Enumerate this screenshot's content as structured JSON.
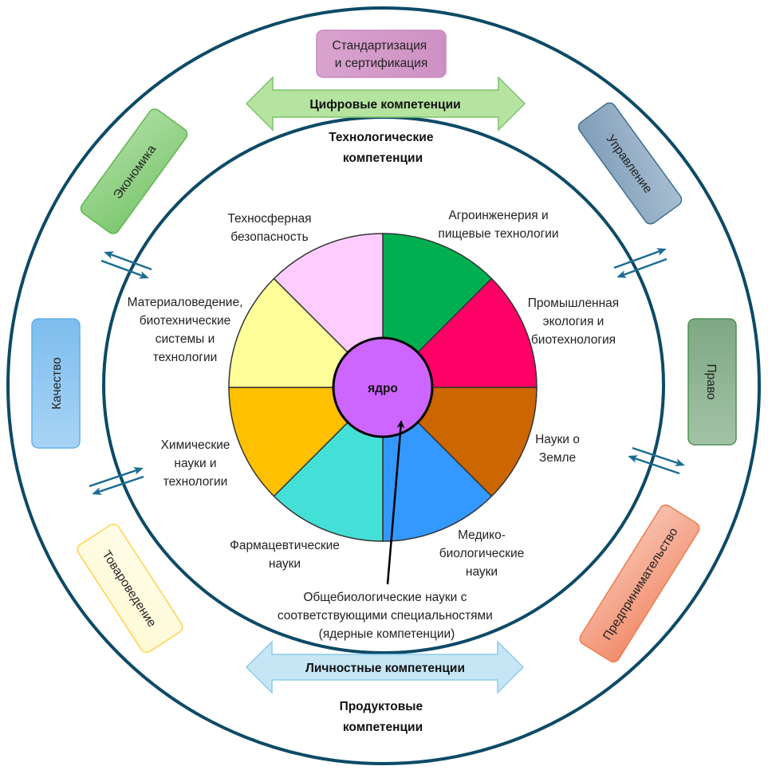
{
  "title_top": {
    "line1": "Технологические",
    "line2": "компетенции"
  },
  "title_bottom": {
    "line1": "Продуктовые",
    "line2": "компетенции"
  },
  "arrows": {
    "top": {
      "label": "Цифровые компетенции",
      "fill": "#b5e3a0",
      "stroke": "#7dc46a"
    },
    "bottom": {
      "label": "Личностные компетенции",
      "fill": "#c6e6f6",
      "stroke": "#8ccbea"
    }
  },
  "core": {
    "label": "ядро",
    "color": "#cc66ff"
  },
  "core_annotation": {
    "line1": "Общебиологические науки с",
    "line2": "соответствующими специальностями",
    "line3": "(ядерные компетенции)"
  },
  "sectors": [
    {
      "name": "agro",
      "color": "#00b050",
      "lines": [
        "Агроинженерия и",
        "пищевые технологии"
      ]
    },
    {
      "name": "industrial-ecology",
      "color": "#ff0066",
      "lines": [
        "Промышленная",
        "экология и",
        "биотехнология"
      ]
    },
    {
      "name": "earth-sciences",
      "color": "#cc6600",
      "lines": [
        "Науки о",
        "Земле"
      ]
    },
    {
      "name": "medical-biology",
      "color": "#3399ff",
      "lines": [
        "Медико-",
        "биологические",
        "науки"
      ]
    },
    {
      "name": "pharmaceutical",
      "color": "#44e0d8",
      "lines": [
        "Фармацевтические",
        "науки"
      ]
    },
    {
      "name": "chemistry",
      "color": "#ffc000",
      "lines": [
        "Химические",
        "науки и",
        "технологии"
      ]
    },
    {
      "name": "materials",
      "color": "#ffff99",
      "lines": [
        "Материаловедение,",
        "биотехнические",
        "системы и",
        "технологии"
      ]
    },
    {
      "name": "technosphere",
      "color": "#ffccff",
      "lines": [
        "Техносферная",
        "безопасность"
      ]
    }
  ],
  "outer_boxes": [
    {
      "name": "standardization",
      "lines": [
        "Стандартизация",
        "и сертификация"
      ],
      "fill": "#d49ac8",
      "stroke": "#c889bd"
    },
    {
      "name": "management",
      "lines": [
        "Управление"
      ],
      "fill": "#8ea9c1",
      "stroke": "#3f6f93"
    },
    {
      "name": "law",
      "lines": [
        "Право"
      ],
      "fill": "#8fb393",
      "stroke": "#4e9155"
    },
    {
      "name": "entrepreneurship",
      "lines": [
        "Предпринимательство"
      ],
      "fill": "#f4a58a",
      "stroke": "#ee7c4f"
    },
    {
      "name": "commodity-science",
      "lines": [
        "Товароведение"
      ],
      "fill": "#fffde0",
      "stroke": "#ffd24d"
    },
    {
      "name": "quality",
      "lines": [
        "Качество"
      ],
      "fill": "#9ccdf2",
      "stroke": "#5fb2e6"
    },
    {
      "name": "economics",
      "lines": [
        "Экономика"
      ],
      "fill": "#8fd183",
      "stroke": "#5fb64f"
    }
  ],
  "colors": {
    "ring": "#0d4a66",
    "exchange_arrow": "#1a6b93"
  }
}
